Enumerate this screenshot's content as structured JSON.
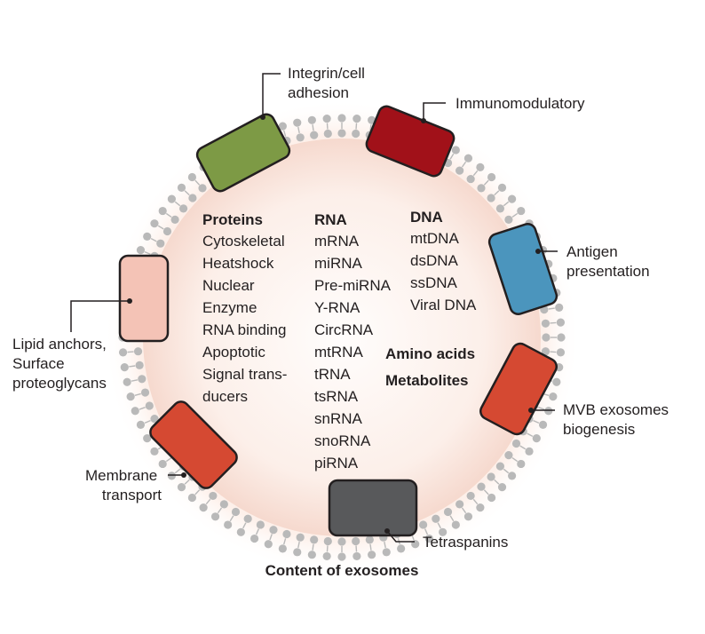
{
  "caption": "Content of exosomes",
  "colors": {
    "membrane": "#b9b9b9",
    "interior": "#fbe9e2",
    "integrin": "#7d9a45",
    "immunomodulatory": "#a11119",
    "antigen": "#4b95bd",
    "mvb": "#d54932",
    "tetraspanins": "#58595b",
    "membrane_transport": "#d54932",
    "lipid_anchors": "#f4c3b6"
  },
  "proteins_labels": [
    {
      "icon": "integrin-protein-icon",
      "lines": [
        "Integrin/cell",
        "adhesion"
      ]
    },
    {
      "icon": "immunomodulatory-protein-icon",
      "lines": [
        "Immunomodulatory"
      ]
    },
    {
      "icon": "antigen-protein-icon",
      "lines": [
        "Antigen",
        "presentation"
      ]
    },
    {
      "icon": "mvb-protein-icon",
      "lines": [
        "MVB exosomes",
        "biogenesis"
      ]
    },
    {
      "icon": "tetraspanin-protein-icon",
      "lines": [
        "Tetraspanins"
      ]
    },
    {
      "icon": "membrane-transport-protein-icon",
      "lines": [
        "Membrane",
        "transport"
      ]
    },
    {
      "icon": "lipid-anchor-protein-icon",
      "lines": [
        "Lipid anchors,",
        "Surface",
        "proteoglycans"
      ]
    }
  ],
  "content": {
    "proteins": {
      "header": "Proteins",
      "items": [
        "Cytoskeletal",
        "Heatshock",
        "Nuclear",
        "Enzyme",
        "RNA binding",
        "Apoptotic",
        "Signal trans-",
        "ducers"
      ]
    },
    "rna": {
      "header": "RNA",
      "items": [
        "mRNA",
        "miRNA",
        "Pre-miRNA",
        "Y-RNA",
        "CircRNA",
        "mtRNA",
        "tRNA",
        "tsRNA",
        "snRNA",
        "snoRNA",
        "piRNA"
      ]
    },
    "dna": {
      "header": "DNA",
      "items": [
        "mtDNA",
        "dsDNA",
        "ssDNA",
        "Viral DNA"
      ]
    },
    "others": [
      "Amino acids",
      "Metabolites"
    ]
  }
}
